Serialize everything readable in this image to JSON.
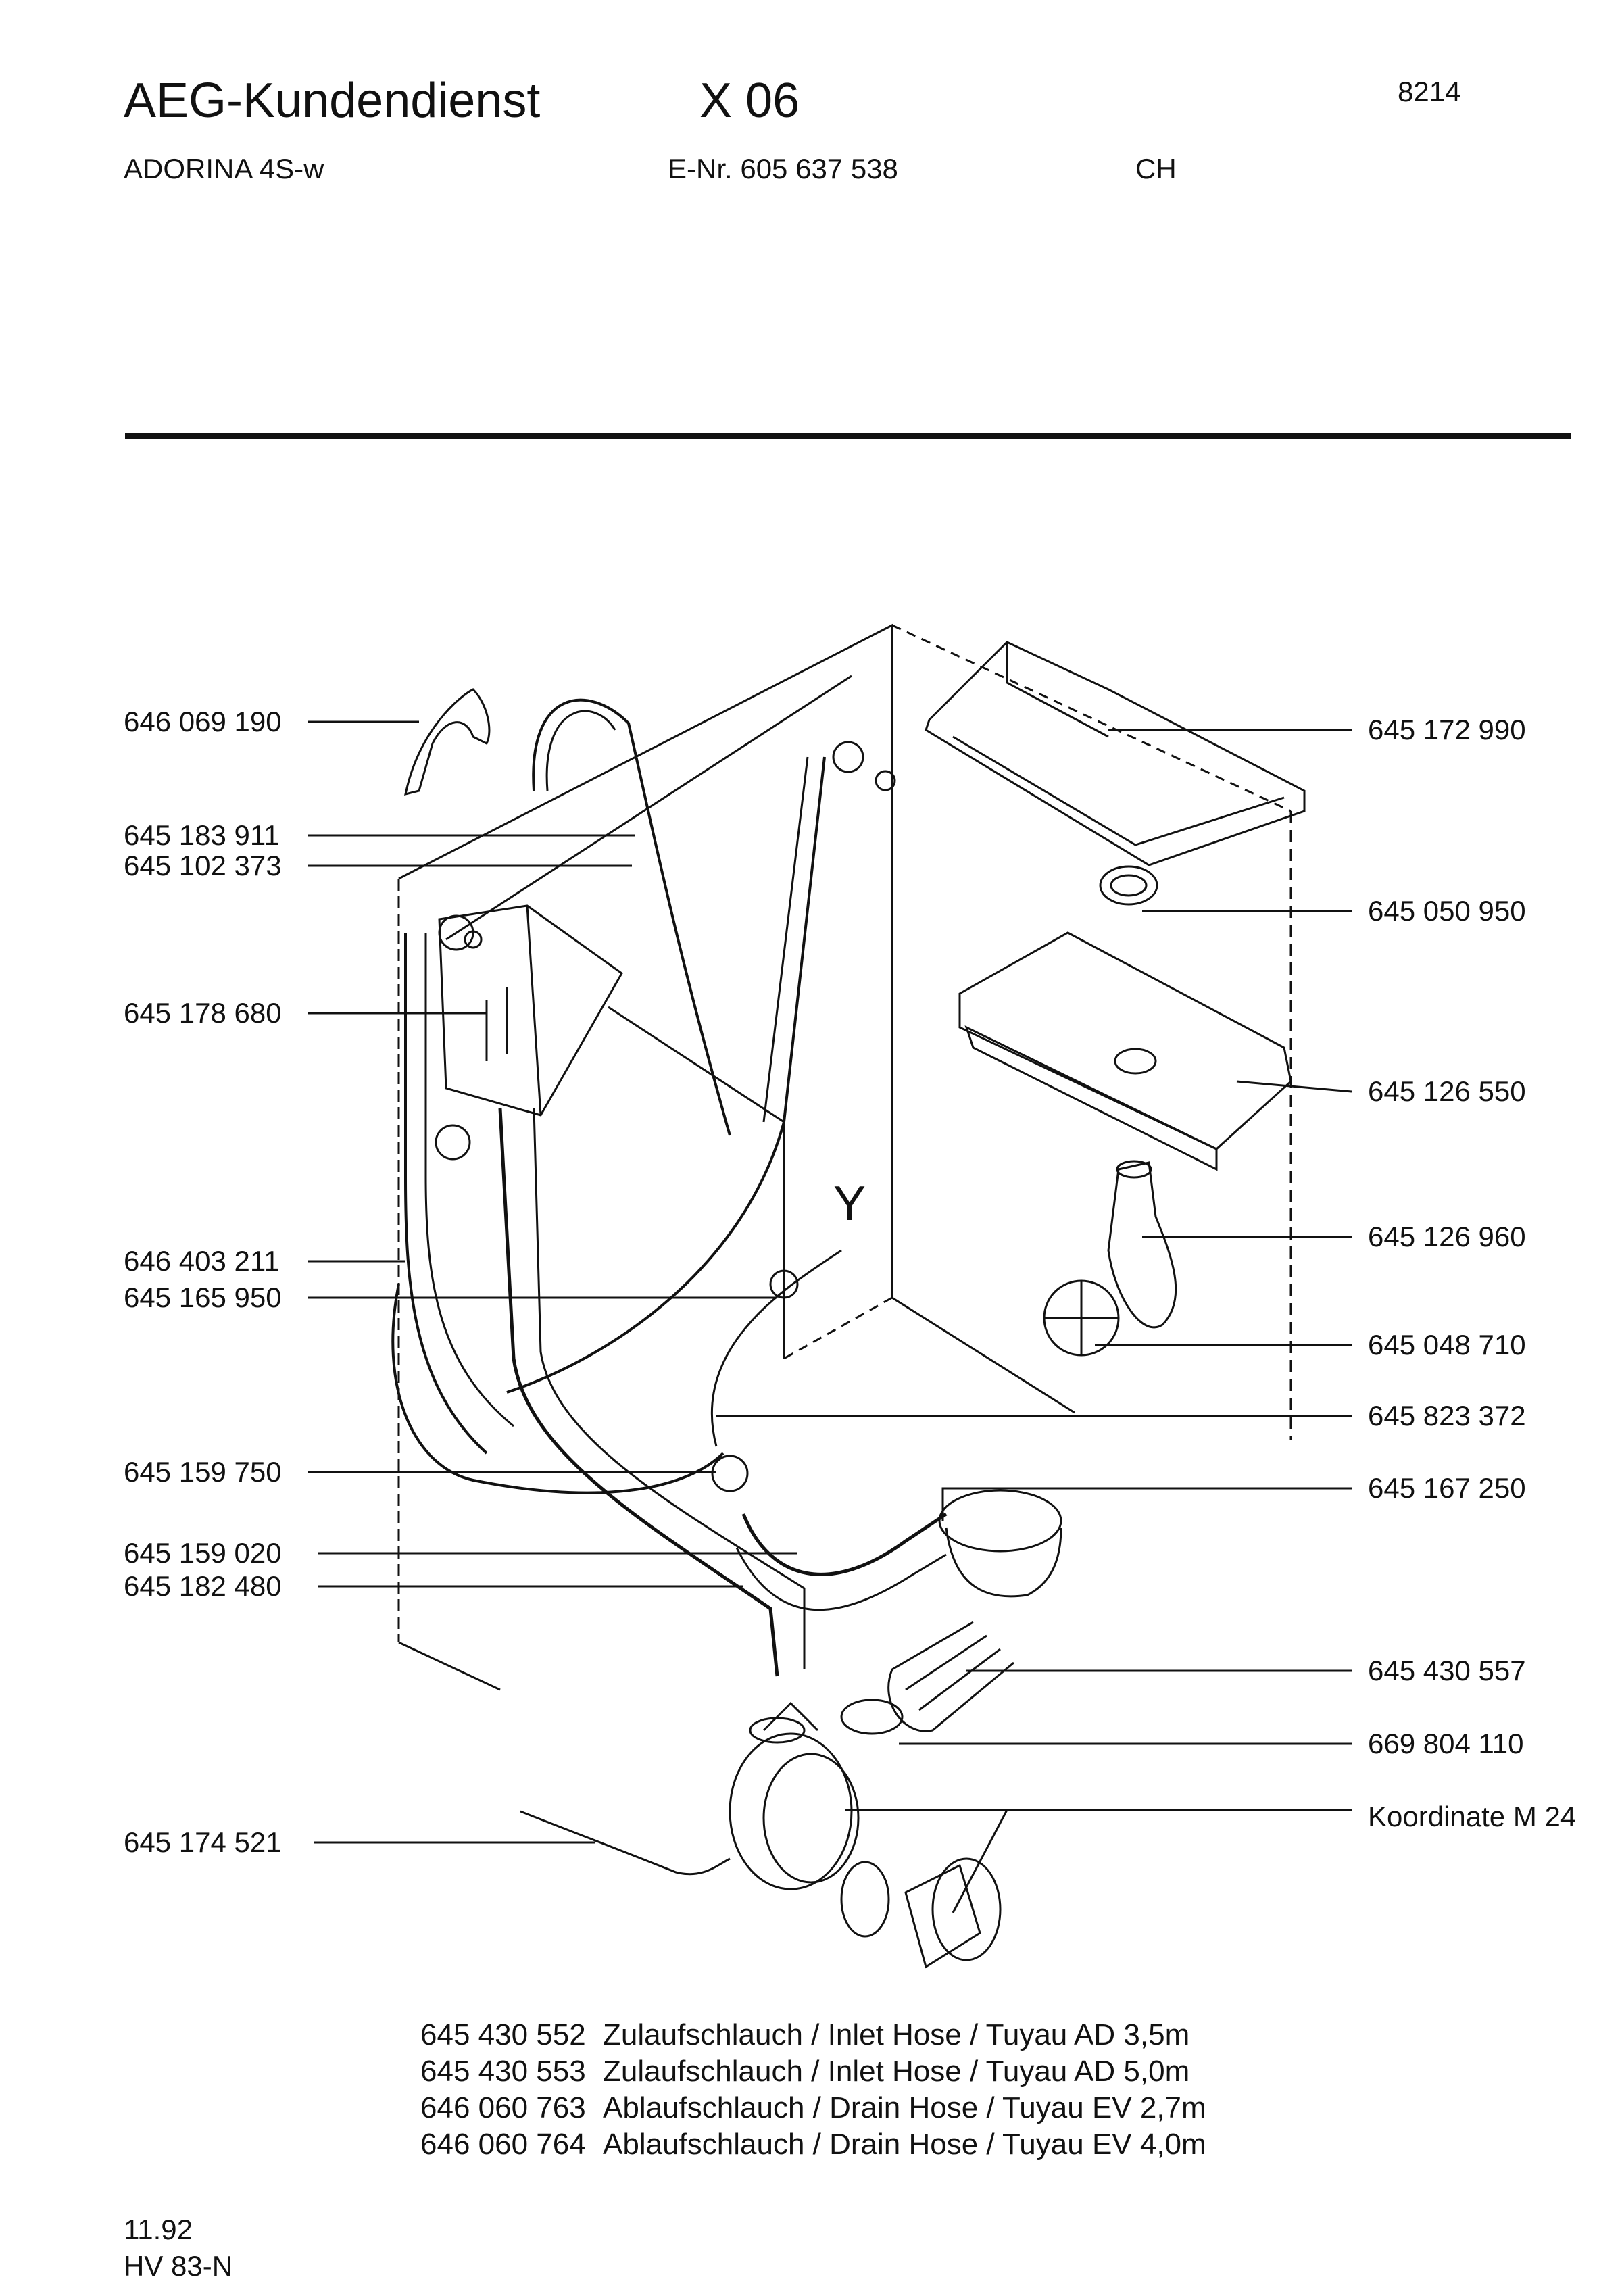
{
  "header": {
    "brand": "AEG-Kundendienst",
    "section": "X 06",
    "page_number": "8214",
    "model": "ADORINA 4S-w",
    "e_nr": "E-Nr. 605 637 538",
    "country": "CH"
  },
  "callouts_left": [
    {
      "id": "646 069 190"
    },
    {
      "id": "645 183 911"
    },
    {
      "id": "645 102 373"
    },
    {
      "id": "645 178 680"
    },
    {
      "id": "646 403 211"
    },
    {
      "id": "645 165 950"
    },
    {
      "id": "645 159 750"
    },
    {
      "id": "645 159 020"
    },
    {
      "id": "645 182 480"
    },
    {
      "id": "645 174 521"
    }
  ],
  "callouts_right": [
    {
      "id": "645 172 990"
    },
    {
      "id": "645 050 950"
    },
    {
      "id": "645 126 550"
    },
    {
      "id": "645 126 960"
    },
    {
      "id": "645 048 710"
    },
    {
      "id": "645 823 372"
    },
    {
      "id": "645 167 250"
    },
    {
      "id": "645 430 557"
    },
    {
      "id": "669 804 110"
    },
    {
      "id": "Koordinate M 24"
    }
  ],
  "diagram_mark": "Y",
  "parts_list": [
    {
      "number": "645 430 552",
      "desc": "Zulaufschlauch / Inlet Hose / Tuyau AD 3,5m"
    },
    {
      "number": "645 430 553",
      "desc": "Zulaufschlauch / Inlet Hose / Tuyau AD 5,0m"
    },
    {
      "number": "646 060 763",
      "desc": "Ablaufschlauch / Drain Hose / Tuyau EV 2,7m"
    },
    {
      "number": "646 060 764",
      "desc": "Ablaufschlauch / Drain Hose / Tuyau EV 4,0m"
    }
  ],
  "footer": {
    "date": "11.92",
    "code": "HV 83-N"
  }
}
